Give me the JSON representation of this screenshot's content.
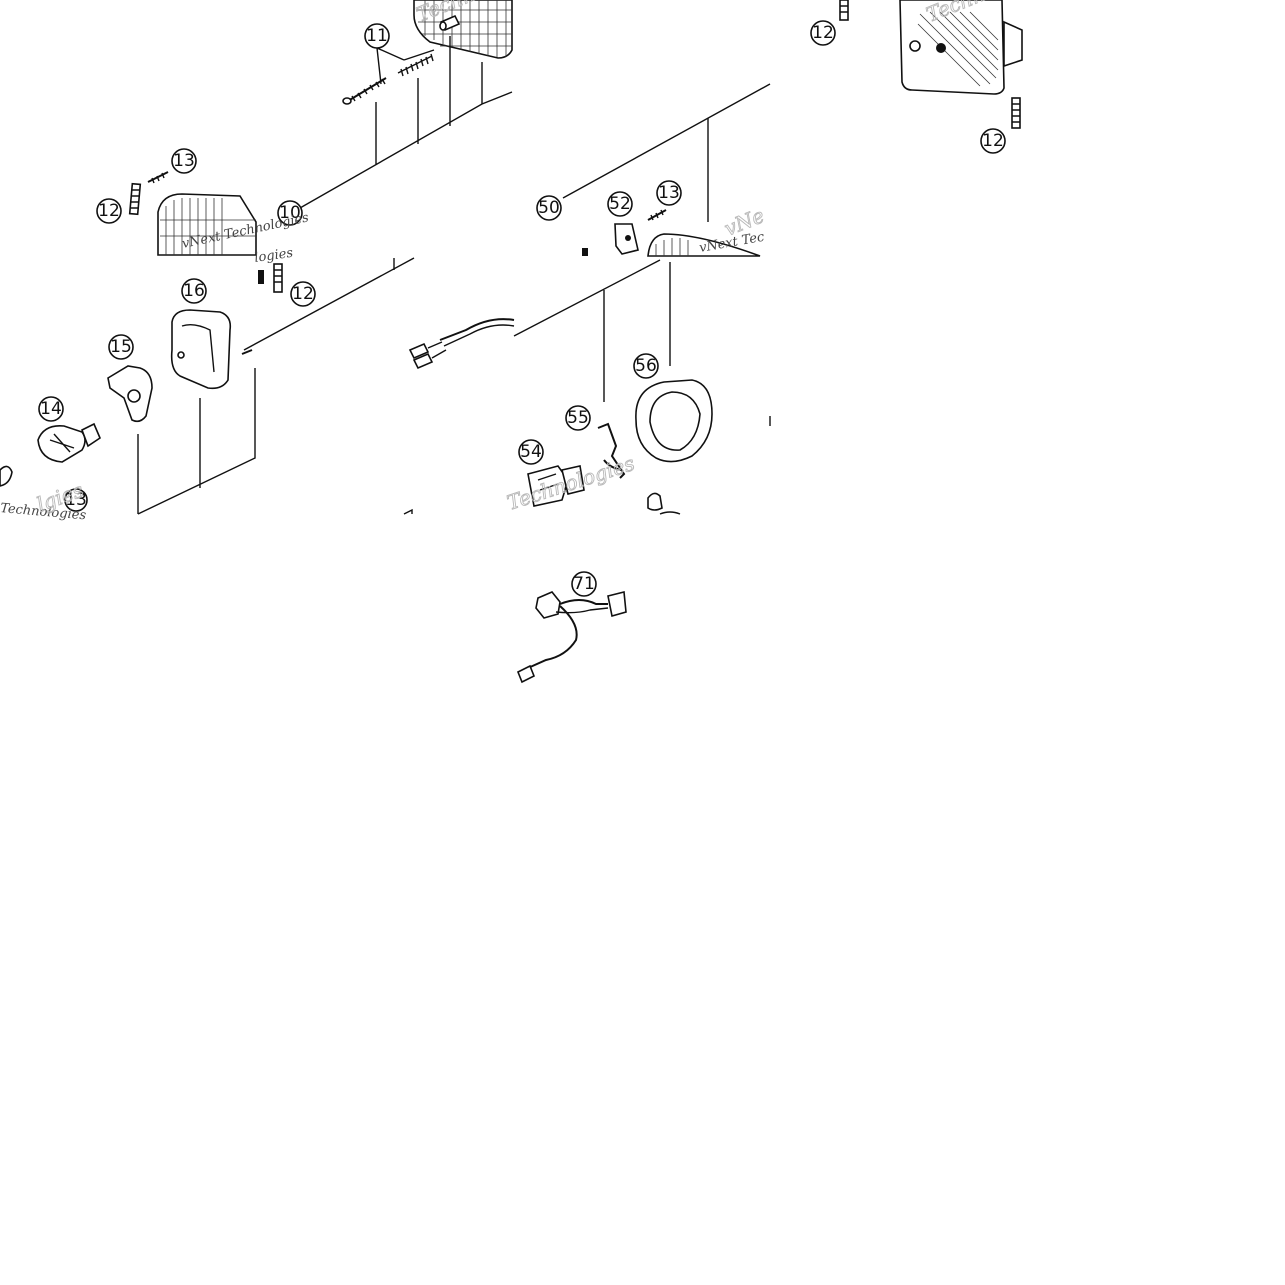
{
  "diagram": {
    "callouts": [
      "11",
      "13",
      "12",
      "10",
      "50",
      "52",
      "13",
      "12",
      "12",
      "16",
      "15",
      "14",
      "13",
      "56",
      "55",
      "54",
      "71",
      "12"
    ],
    "watermarks": [
      "vNext Technologies",
      "Techno",
      "Technologies",
      "Techno",
      "vNext Tec",
      "logies",
      "Technologies",
      "vNe",
      "lgies"
    ]
  }
}
